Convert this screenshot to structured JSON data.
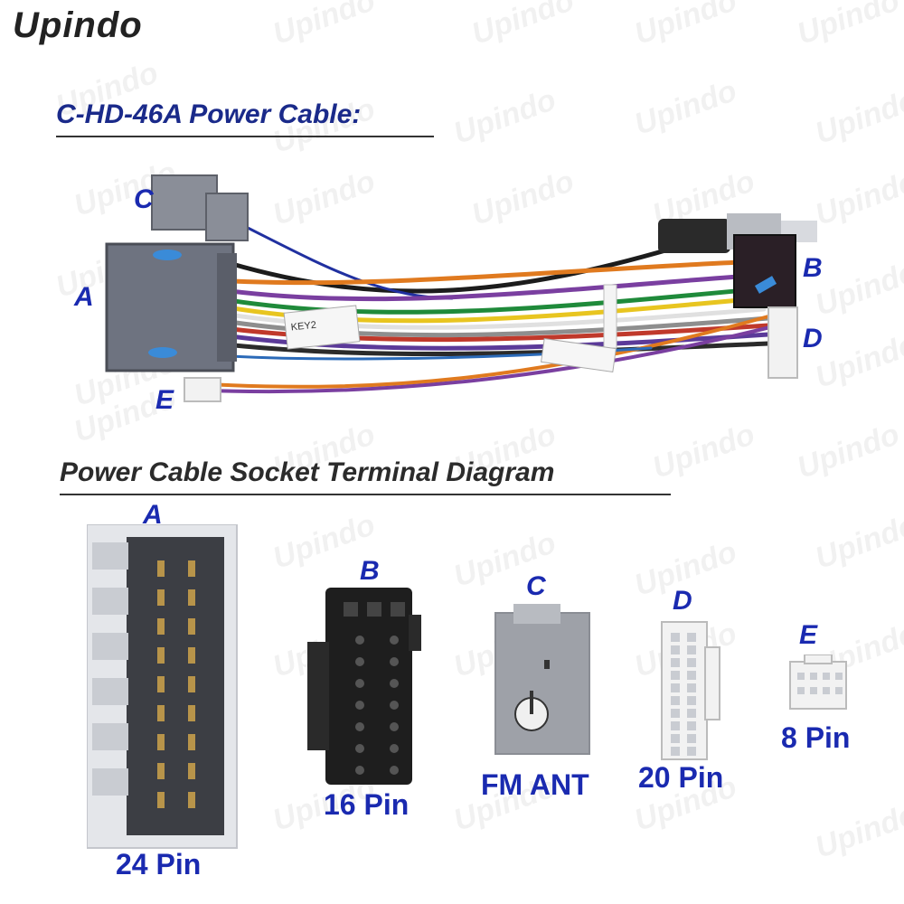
{
  "brand": "Upindo",
  "watermark": "Upindo",
  "cable_section": {
    "title": "C-HD-46A Power Cable:",
    "labels": {
      "a": "A",
      "b": "B",
      "c": "C",
      "d": "D",
      "e": "E"
    },
    "tag_text": "KEY2"
  },
  "diagram_section": {
    "title": "Power Cable Socket Terminal Diagram",
    "connectors": [
      {
        "letter": "A",
        "caption": "24 Pin"
      },
      {
        "letter": "B",
        "caption": "16 Pin"
      },
      {
        "letter": "C",
        "caption": "FM ANT"
      },
      {
        "letter": "D",
        "caption": "20 Pin"
      },
      {
        "letter": "E",
        "caption": "8 Pin"
      }
    ]
  },
  "colors": {
    "label_blue": "#1a2ab0",
    "connector_gray": "#6e7380",
    "connector_black": "#1e1e1e",
    "connector_white": "#f0f0f0"
  }
}
